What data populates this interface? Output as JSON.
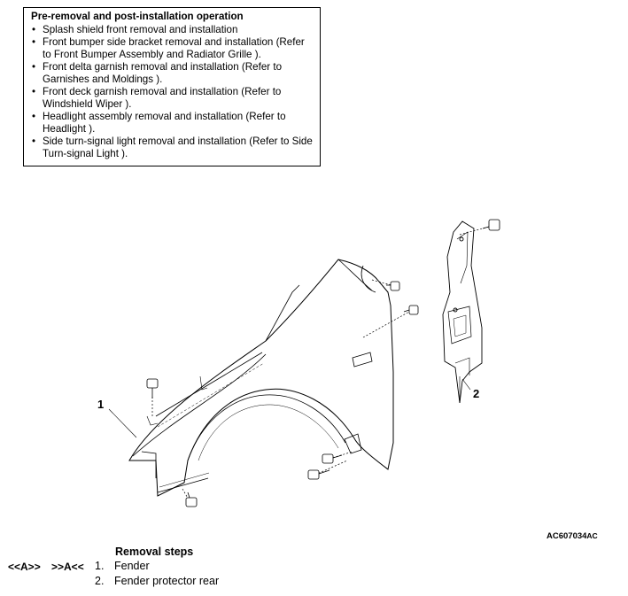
{
  "note": {
    "title": "Pre-removal and post-installation operation",
    "items": [
      "Splash shield front removal and installation",
      "Front bumper side bracket removal and installation (Refer to Front Bumper Assembly and Radiator Grille ).",
      "Front delta garnish removal and installation (Refer to Garnishes and Moldings ).",
      "Front deck garnish removal and installation (Refer to Windshield Wiper ).",
      "Headlight assembly removal and installation (Refer to Headlight ).",
      "Side turn-signal light removal and installation (Refer to Side Turn-signal Light )."
    ]
  },
  "diagram": {
    "callouts": [
      "1",
      "2"
    ],
    "figure_id": "AC607034",
    "figure_suffix": "AC"
  },
  "removal": {
    "title": "Removal steps",
    "steps": [
      {
        "num": "1.",
        "label": "Fender",
        "ref_left": "<<A>>",
        "ref_right": ">>A<<"
      },
      {
        "num": "2.",
        "label": "Fender protector rear"
      }
    ]
  }
}
